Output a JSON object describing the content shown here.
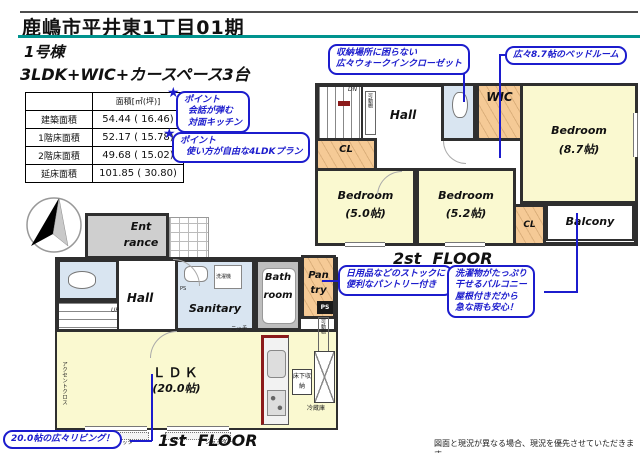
{
  "header": {
    "top_title": "鹿嶋市平井東1丁目01期",
    "building_no": "1号棟",
    "plan_type": "3LDK+WIC+カースペース3台"
  },
  "area_table": {
    "col_header": "面積[㎡(坪)]",
    "rows": [
      {
        "label": "建築面積",
        "value": "54.44 ( 16.46)"
      },
      {
        "label": "1階床面積",
        "value": "52.17 ( 15.78)"
      },
      {
        "label": "2階床面積",
        "value": "49.68 ( 15.02)"
      },
      {
        "label": "延床面積",
        "value": "101.85 ( 30.80)"
      }
    ]
  },
  "callouts": {
    "point_kitchen": {
      "tag": "ポイント",
      "text1": "会話が弾む",
      "text2": "対面キッチン"
    },
    "point_plan": {
      "tag": "ポイント",
      "text1": "使い方が自由な4LDKプラン"
    },
    "wic": {
      "text1": "収納場所に困らない",
      "text2": "広々ウォークインクローゼット"
    },
    "bedroom": {
      "text1": "広々8.7帖のベッドルーム"
    },
    "pantry": {
      "text1": "日用品などのストックに",
      "text2": "便利なパントリー付き"
    },
    "balcony": {
      "text1": "洗濯物がたっぷり",
      "text2": "干せるバルコニー",
      "text3": "屋根付きだから",
      "text4": "急な雨も安心！"
    },
    "living": {
      "text1": "20.0帖の広々リビング！"
    }
  },
  "floor2": {
    "floor_label": "2st  FLOOR",
    "hall": "Hall",
    "wic": "WIC",
    "cl_upper": "CL",
    "cl_lower": "CL",
    "bedroom_main": "Bedroom",
    "bedroom_main_size": "(8.7帖)",
    "bedroom_left": "Bedroom",
    "bedroom_left_size": "(5.0帖)",
    "bedroom_mid": "Bedroom",
    "bedroom_mid_size": "(5.2帖)",
    "balcony": "Balcony",
    "dn": "DN",
    "shelf": "可動棚"
  },
  "floor1": {
    "floor_label": "1st  FLOOR",
    "entrance1": "Ent",
    "entrance2": "rance",
    "hall": "Hall",
    "sanitary": "Sanitary",
    "bath1": "Bath",
    "bath2": "room",
    "pantry1": "Pan",
    "pantry2": "try",
    "ldk": "ＬＤＫ",
    "ldk_size": "(20.0帖)",
    "up": "UP",
    "washer": "洗濯機",
    "ps": "PS",
    "ps_black": "PS",
    "niche": "ニッチ",
    "accent_cloth": "アクセントクロス",
    "shelf": "可動棚",
    "underfloor": "床下収納",
    "fridge": "冷蔵庫",
    "shutter": "シャッター"
  },
  "footer": {
    "disclaimer": "図面と現況が異なる場合、現況を優先させていただきます。"
  },
  "colors": {
    "accent_teal": "#00938E",
    "callout_blue": "#1c1ccd",
    "room_yellow": "#FAF9D0",
    "closet_orange": "#F5CA96",
    "wet_area_blue": "#D9E5F1",
    "kitchen_red": "#8B1A1A"
  }
}
